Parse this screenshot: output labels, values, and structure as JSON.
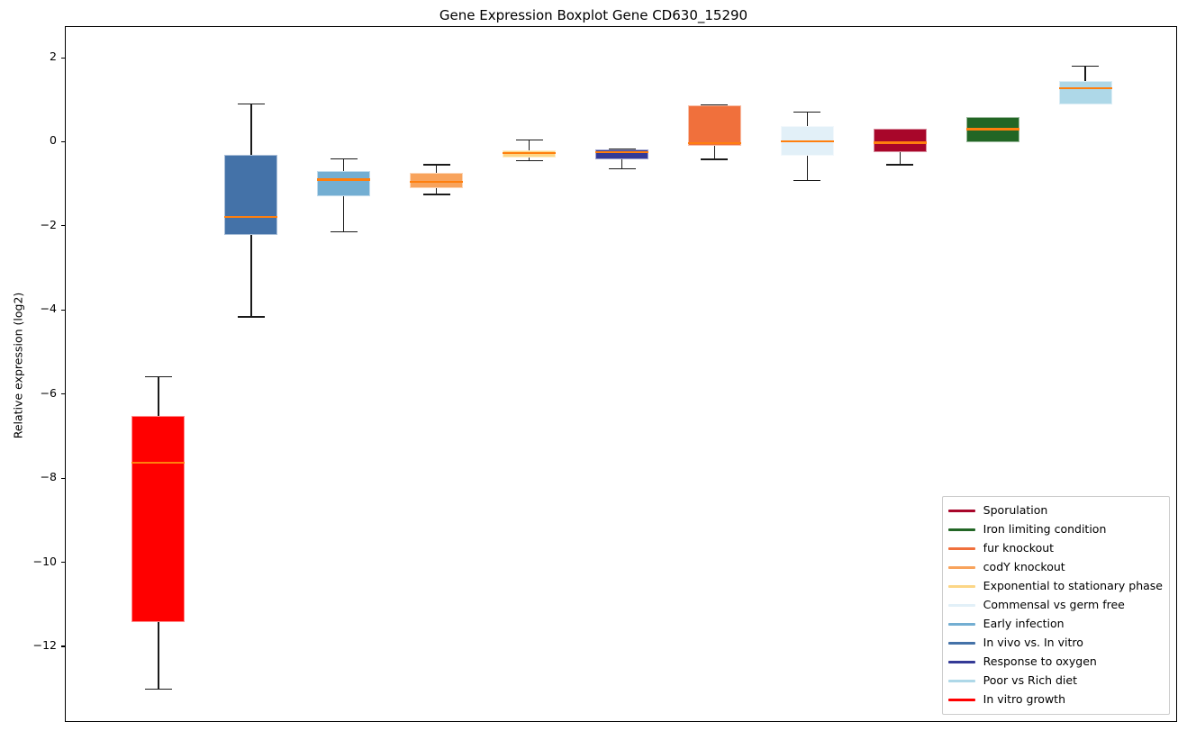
{
  "chart_data": {
    "type": "box",
    "title": "Gene Expression Boxplot Gene CD630_15290",
    "xlabel": "",
    "ylabel": "Relative expression (log2)",
    "ylim": [
      -13.8,
      2.75
    ],
    "yticks": [
      2,
      0,
      -2,
      -4,
      -6,
      -8,
      -10,
      -12
    ],
    "ytick_labels": [
      "2",
      "0",
      "−2",
      "−4",
      "−6",
      "−8",
      "−10",
      "−12"
    ],
    "grid": false,
    "median_color": "#ff7f0e",
    "whisker_color": "#1a1a1a",
    "legend_position": "lower right",
    "boxes": [
      {
        "name": "In vitro growth",
        "color": "#ff0000",
        "whisker_high": -5.55,
        "q3": -6.5,
        "median": -7.62,
        "q1": -11.4,
        "whisker_low": -12.98
      },
      {
        "name": "In vivo vs. In vitro",
        "color": "#4472a8",
        "whisker_high": 0.93,
        "q3": -0.29,
        "median": -1.76,
        "q1": -2.19,
        "whisker_low": -4.13
      },
      {
        "name": "Early infection",
        "color": "#73aed2",
        "whisker_high": -0.37,
        "q3": -0.68,
        "median": -0.88,
        "q1": -1.28,
        "whisker_low": -2.1
      },
      {
        "name": "codY knockout",
        "color": "#f8a35c",
        "whisker_high": -0.51,
        "q3": -0.71,
        "median": -0.93,
        "q1": -1.08,
        "whisker_low": -1.22
      },
      {
        "name": "Exponential to stationary phase",
        "color": "#fcd686",
        "whisker_high": 0.08,
        "q3": -0.19,
        "median": -0.25,
        "q1": -0.36,
        "whisker_low": -0.42
      },
      {
        "name": "Response to oxygen",
        "color": "#343a96",
        "whisker_high": -0.15,
        "q3": -0.17,
        "median": -0.23,
        "q1": -0.4,
        "whisker_low": -0.61
      },
      {
        "name": "fur knockout",
        "color": "#f0703c",
        "whisker_high": 0.9,
        "q3": 0.89,
        "median": -0.02,
        "q1": -0.07,
        "whisker_low": -0.38
      },
      {
        "name": "Commensal vs germ free",
        "color": "#e2f0f8",
        "whisker_high": 0.74,
        "q3": 0.4,
        "median": 0.03,
        "q1": -0.32,
        "whisker_low": -0.89
      },
      {
        "name": "Sporulation",
        "color": "#a8062a",
        "whisker_high": 0.34,
        "q3": 0.34,
        "median": 0.0,
        "q1": -0.23,
        "whisker_low": -0.51
      },
      {
        "name": "Iron limiting condition",
        "color": "#226625",
        "whisker_high": 0.61,
        "q3": 0.61,
        "median": 0.32,
        "q1": 0.0,
        "whisker_low": 0.0
      },
      {
        "name": "Poor vs Rich diet",
        "color": "#aed8e8",
        "whisker_high": 1.84,
        "q3": 1.46,
        "median": 1.29,
        "q1": 0.91,
        "whisker_low": 0.91
      }
    ]
  },
  "legend": {
    "items": [
      {
        "label": "Sporulation",
        "color": "#a8062a"
      },
      {
        "label": "Iron limiting condition",
        "color": "#226625"
      },
      {
        "label": "fur knockout",
        "color": "#f0703c"
      },
      {
        "label": "codY knockout",
        "color": "#f8a35c"
      },
      {
        "label": "Exponential to stationary phase",
        "color": "#fcd686"
      },
      {
        "label": "Commensal vs germ free",
        "color": "#e2f0f8"
      },
      {
        "label": "Early infection",
        "color": "#73aed2"
      },
      {
        "label": "In vivo vs. In vitro",
        "color": "#4472a8"
      },
      {
        "label": "Response to oxygen",
        "color": "#343a96"
      },
      {
        "label": "Poor vs Rich diet",
        "color": "#aed8e8"
      },
      {
        "label": "In vitro growth",
        "color": "#ff0000"
      }
    ]
  }
}
